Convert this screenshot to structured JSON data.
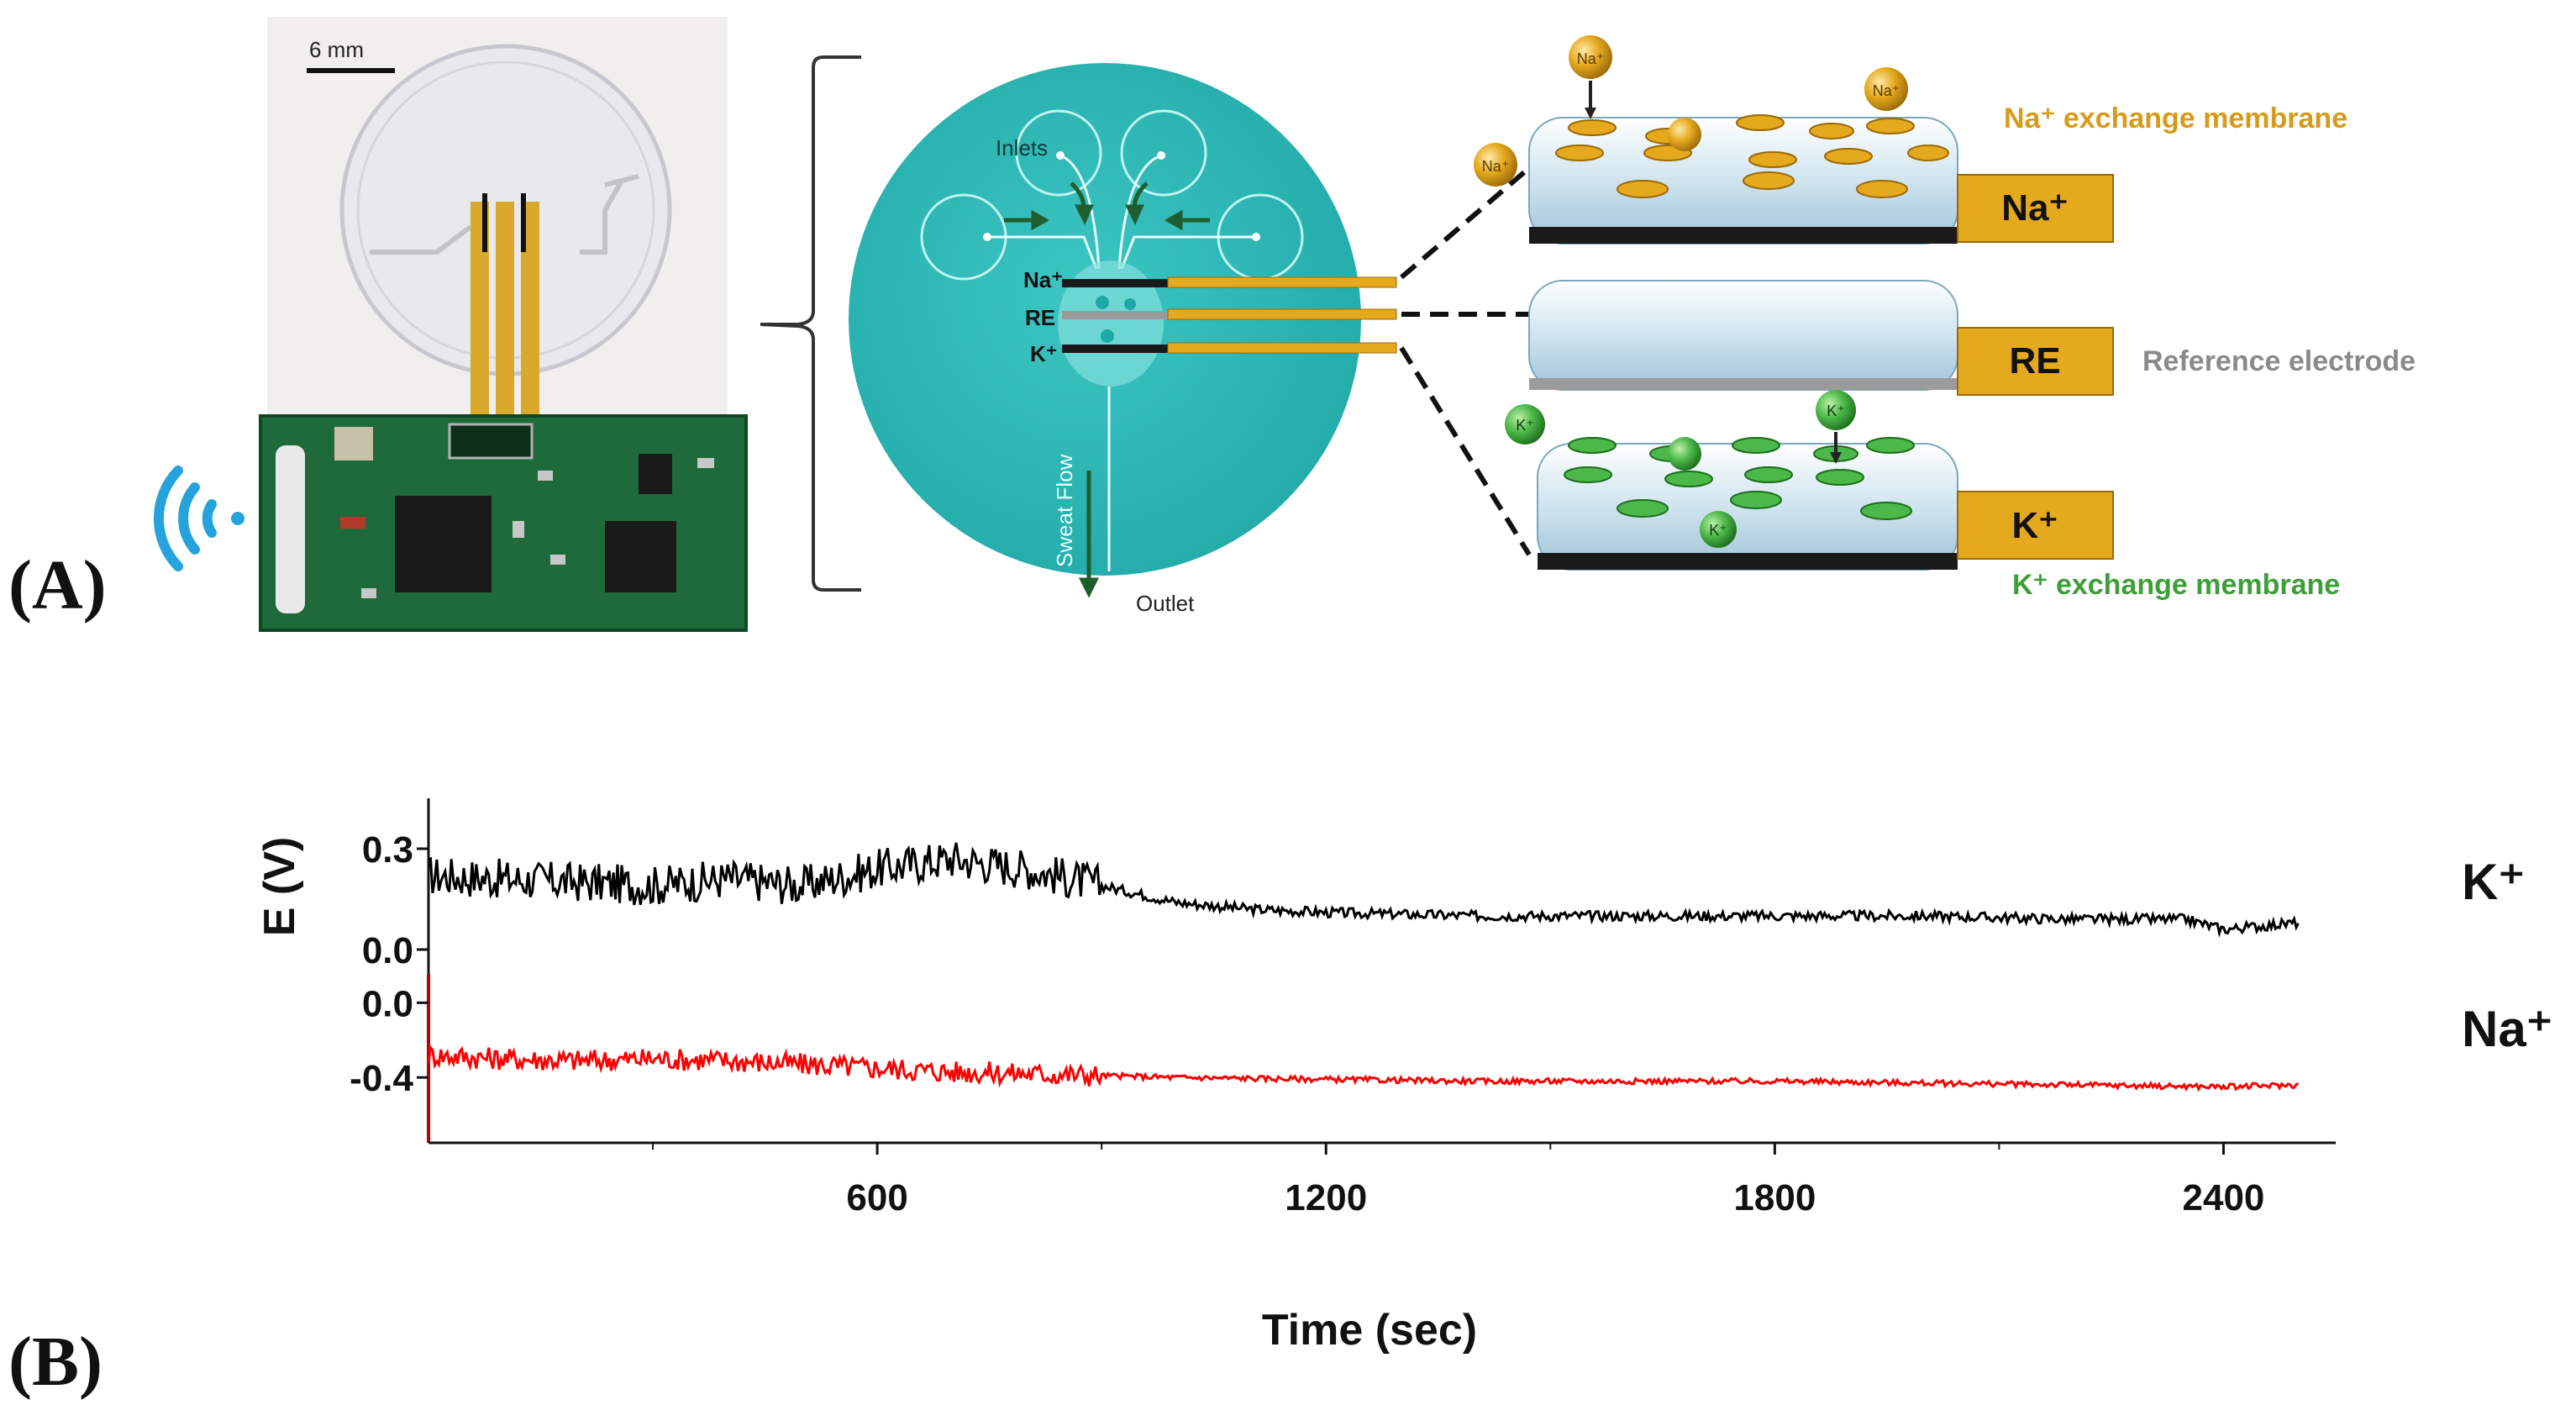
{
  "panel_a": {
    "label": "(A)",
    "photo": {
      "scale_label": "6 mm"
    },
    "chip": {
      "inlets": "Inlets",
      "outlet": "Outlet",
      "sweat_flow": "Sweat Flow",
      "electrodes": [
        "Na⁺",
        "RE",
        "K⁺"
      ]
    },
    "membranes": {
      "na_caption": "Na⁺ exchange membrane",
      "re_caption": "Reference electrode",
      "k_caption": "K⁺ exchange membrane",
      "na_tab": "Na⁺",
      "re_tab": "RE",
      "k_tab": "K⁺",
      "na_ion": "Na⁺",
      "k_ion": "K⁺"
    },
    "colors": {
      "chip": "#2BB6B4",
      "gold": "#E5A91E",
      "na_caption": "#D79B1B",
      "k_caption": "#3E9E3A",
      "re_caption": "#8A8A8A"
    }
  },
  "panel_b": {
    "label": "(B)",
    "chart_data": {
      "type": "line",
      "xlabel": "Time (sec)",
      "ylabel": "E (V)",
      "xlim": [
        0,
        2550
      ],
      "x_ticks": [
        "600",
        "1200",
        "1800",
        "2400"
      ],
      "series": [
        {
          "name": "K⁺",
          "color": "#000000",
          "y_ticks": [
            "0.3",
            "0.0"
          ],
          "x": [
            0,
            100,
            200,
            300,
            400,
            500,
            600,
            700,
            800,
            900,
            1000,
            1100,
            1200,
            1400,
            1600,
            1800,
            2000,
            2200,
            2350,
            2400,
            2500
          ],
          "y": [
            0.22,
            0.21,
            0.2,
            0.19,
            0.21,
            0.19,
            0.24,
            0.27,
            0.24,
            0.19,
            0.14,
            0.12,
            0.11,
            0.1,
            0.1,
            0.1,
            0.1,
            0.09,
            0.09,
            0.06,
            0.08
          ]
        },
        {
          "name": "Na⁺",
          "color": "#FF0000",
          "y_ticks": [
            "0.0",
            "-0.4"
          ],
          "x": [
            0,
            100,
            200,
            300,
            400,
            500,
            600,
            700,
            800,
            1000,
            1200,
            1400,
            1600,
            1800,
            2000,
            2200,
            2400,
            2500
          ],
          "y": [
            -0.28,
            -0.3,
            -0.31,
            -0.3,
            -0.31,
            -0.33,
            -0.35,
            -0.37,
            -0.38,
            -0.4,
            -0.41,
            -0.42,
            -0.42,
            -0.42,
            -0.43,
            -0.44,
            -0.45,
            -0.44
          ]
        }
      ]
    }
  }
}
